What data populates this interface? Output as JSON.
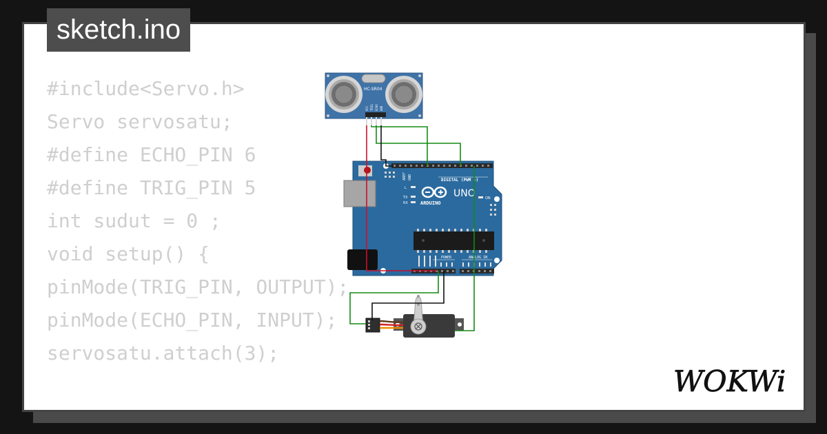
{
  "title": "sketch.ino",
  "code_lines": [
    "#include<Servo.h>",
    "Servo servosatu;",
    "#define ECHO_PIN 6",
    "#define TRIG_PIN 5",
    "int sudut = 0 ;",
    "void setup() {",
    "pinMode(TRIG_PIN, OUTPUT);",
    "pinMode(ECHO_PIN, INPUT);",
    "servosatu.attach(3);",
    "",
    "}"
  ],
  "sensor": {
    "model_label": "HC-SR04",
    "pin_labels": [
      "VCC",
      "TRIG",
      "ECHO",
      "GND"
    ]
  },
  "board": {
    "model_label": "UNO",
    "brand_label": "ARDUINO",
    "digital_header_label": "DIGITAL (PWM ~)",
    "power_header_label": "POWER",
    "analog_header_label": "ANALOG IN",
    "on_label": "ON",
    "l_label": "L",
    "tx_label": "TX",
    "rx_label": "RX",
    "aref_label": "AREF",
    "gnd_label": "GND"
  },
  "logo_text": "WOKWi",
  "colors": {
    "board": "#2b6a9e",
    "sensor": "#3f73a8",
    "wire_red": "#c8102e",
    "wire_green": "#138a13",
    "wire_black": "#111111",
    "servo": "#3a3a3a"
  }
}
